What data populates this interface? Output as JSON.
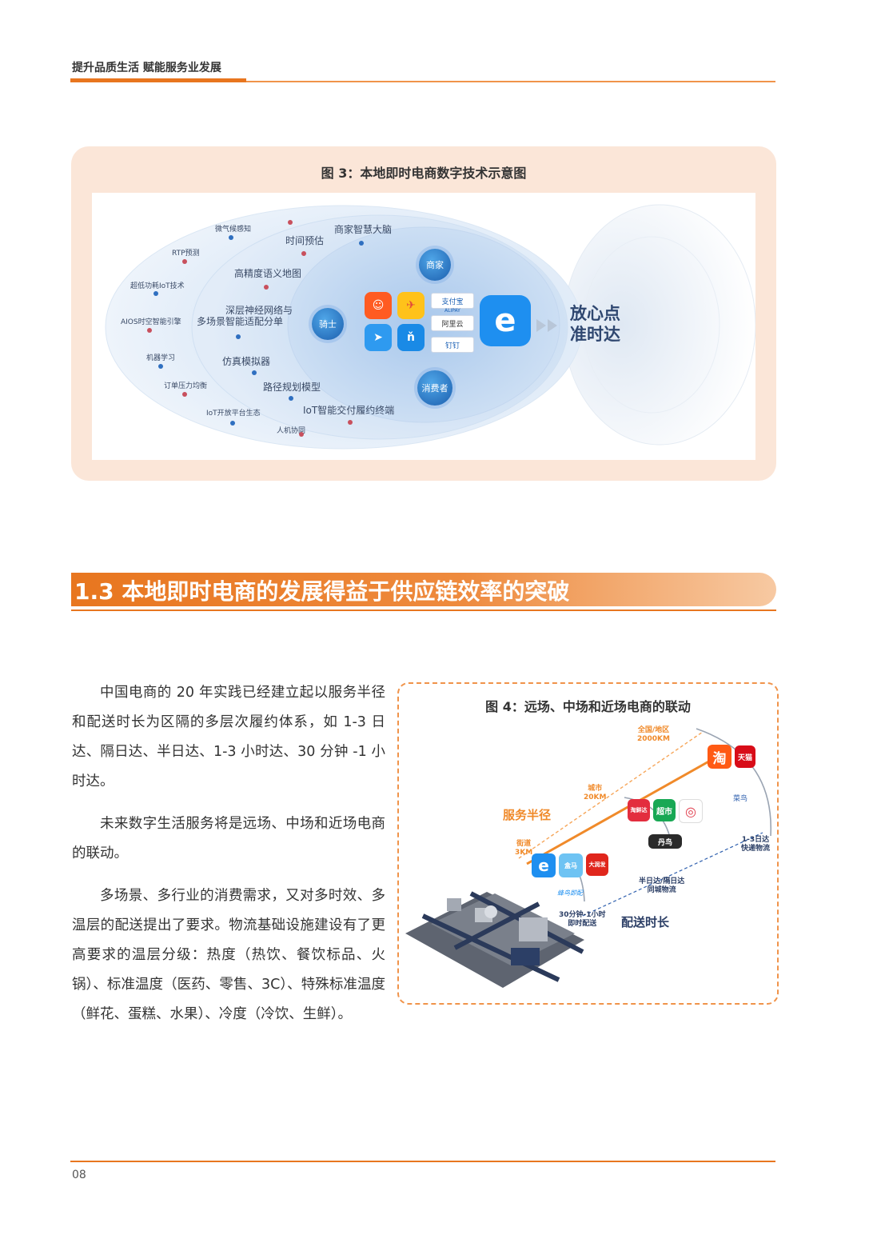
{
  "header": {
    "text": "提升品质生活 赋能服务业发展"
  },
  "figure3": {
    "title": "图 3：本地即时电商数字技术示意图",
    "labels": [
      "微气候感知",
      "RTP预测",
      "超低功耗IoT技术",
      "AIOS时空智能引擎",
      "机器学习",
      "订单压力均衡",
      "IoT开放平台生态",
      "人机协同",
      "时间预估",
      "商家智慧大脑",
      "高精度语义地图",
      "深层神经网络与",
      "多场景智能适配分单",
      "仿真模拟器",
      "路径规划模型",
      "IoT智能交付履约终端"
    ],
    "nodes": {
      "merchant": "商家",
      "rider": "骑士",
      "consumer": "消费者"
    },
    "pills": {
      "alipay": "支付宝",
      "alipay_en": "ALIPAY",
      "aliyun": "阿里云",
      "dingtalk": "钉钉"
    },
    "slogan": [
      "放心点",
      "准时达"
    ]
  },
  "section": {
    "title": "1.3 本地即时电商的发展得益于供应链效率的突破"
  },
  "paragraphs": [
    "中国电商的 20 年实践已经建立起以服务半径和配送时长为区隔的多层次履约体系，如 1-3 日达、隔日达、半日达、1-3 小时达、30 分钟 -1 小时达。",
    "未来数字生活服务将是远场、中场和近场电商的联动。",
    "多场景、多行业的消费需求，又对多时效、多温层的配送提出了要求。物流基础设施建设有了更高要求的温层分级：热度（热饮、餐饮标品、火锅）、标准温度（医药、零售、3C）、特殊标准温度（鲜花、蛋糕、水果）、冷度（冷饮、生鲜）。"
  ],
  "figure4": {
    "title": "图 4：远场、中场和近场电商的联动",
    "radius_label": "服务半径",
    "time_label": "配送时长",
    "far": [
      "全国/地区",
      "2000KM"
    ],
    "mid": [
      "城市",
      "20KM"
    ],
    "near": [
      "街道",
      "3KM"
    ],
    "express": [
      "1-3日达",
      "快递物流"
    ],
    "sameday": [
      "半日达/隔日达",
      "同城物流"
    ],
    "instant": [
      "30分钟-1小时",
      "即时配送"
    ],
    "logos": {
      "taobao": "淘",
      "tmall": "天猫",
      "cainiao": "菜鸟",
      "taoxianda": "淘鲜达",
      "chaoshi": "超市",
      "danniao": "丹鸟",
      "hema": "盒马",
      "darunfa": "大润发",
      "fengniao": "蜂鸟即配"
    }
  },
  "footer": {
    "page": "08"
  }
}
